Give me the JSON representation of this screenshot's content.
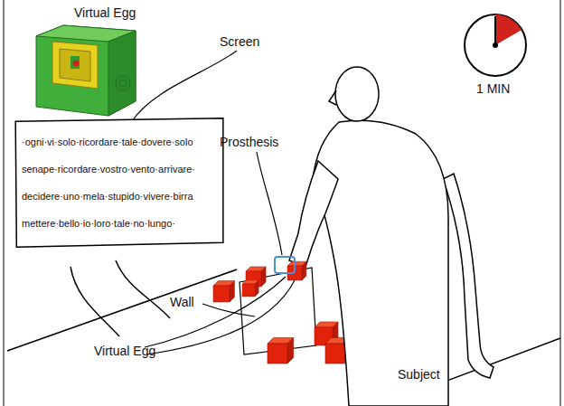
{
  "diagram": {
    "nodes": [
      {
        "text": [
          "·ogni·vi·solo·ricordare·tale·dovere·solo senape·ricordare·vostro·vento·arrivare· decidere·uno·mela·stupido·vivere·birra mettere·bello·io·loro·tale·no·lungo·"
        ]
      }
    ],
    "labels": [
      "Virtual Egg",
      "Screen",
      "Prosthesis",
      "Wall",
      "Virtual Egg",
      "1 MIN",
      "Subject"
    ]
  }
}
